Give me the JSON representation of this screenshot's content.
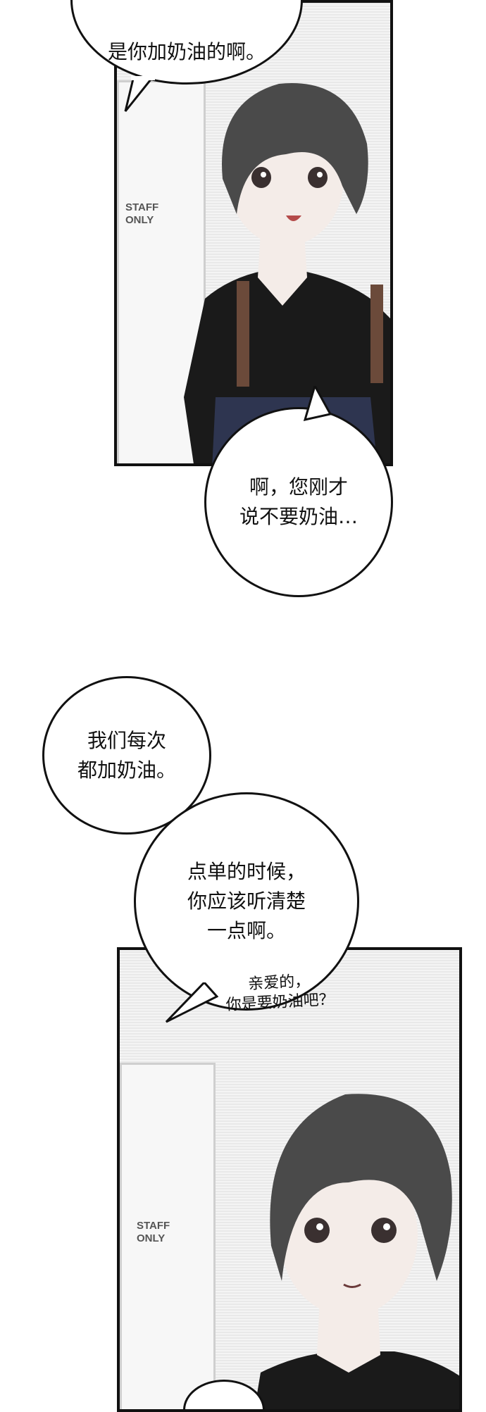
{
  "bubbles": {
    "top_partial": "是你加奶油的啊。",
    "oh_no_cream": "啊，您刚才\n说不要奶油…",
    "we_add_cream": "我们每次\n都加奶油。",
    "listen_clearly": "点单的时候，\n你应该听清楚\n一点啊。"
  },
  "handwritten": {
    "dear_you_want_cream": "亲爱的，\n你是要奶油吧？"
  },
  "signs": {
    "staff_only_1": "STAFF\nONLY",
    "staff_only_2": "STAFF\nONLY"
  },
  "colors": {
    "ink": "#111111",
    "hair": "#4a4a4a",
    "shirt": "#1a1a1a",
    "apron": "#2e3550",
    "skin": "#f4ece8"
  }
}
